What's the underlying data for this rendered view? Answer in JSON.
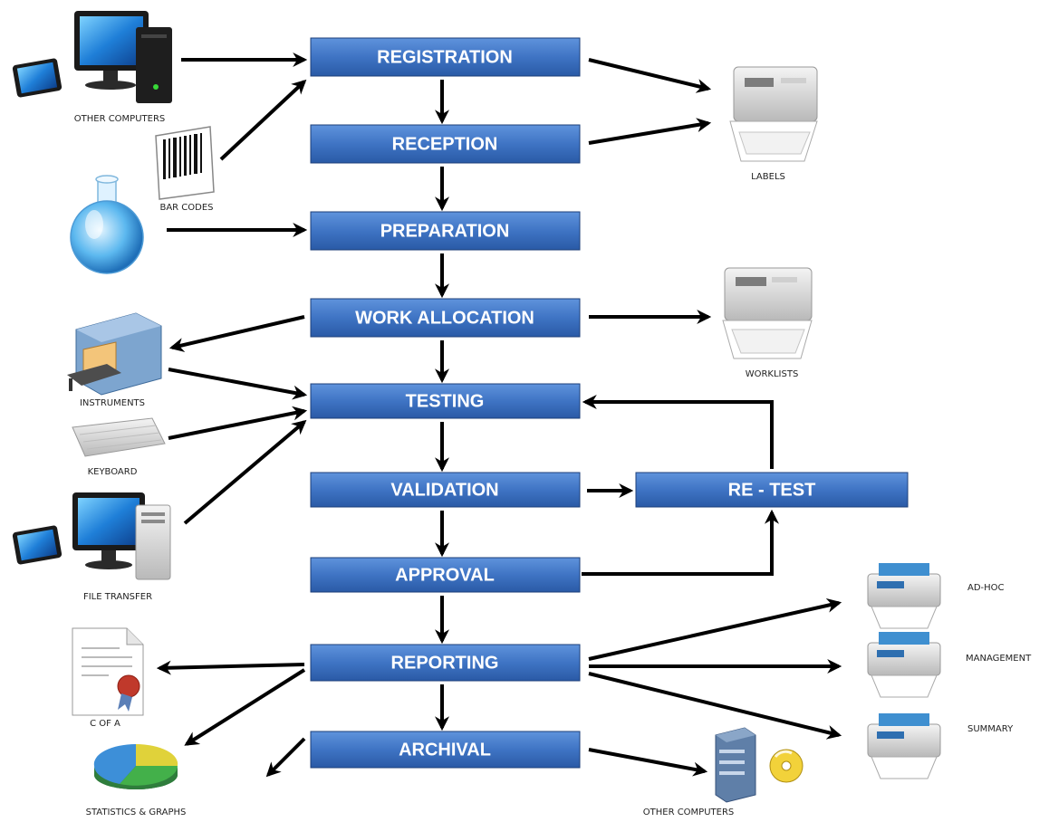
{
  "steps": {
    "registration": "REGISTRATION",
    "reception": "RECEPTION",
    "preparation": "PREPARATION",
    "work_allocation": "WORK ALLOCATION",
    "testing": "TESTING",
    "validation": "VALIDATION",
    "retest": "RE - TEST",
    "approval": "APPROVAL",
    "reporting": "REPORTING",
    "archival": "ARCHIVAL"
  },
  "captions": {
    "other_computers_top": "OTHER COMPUTERS",
    "bar_codes": "BAR CODES",
    "labels": "LABELS",
    "worklists": "WORKLISTS",
    "instruments": "INSTRUMENTS",
    "keyboard": "KEYBOARD",
    "file_transfer": "FILE TRANSFER",
    "ad_hoc": "AD-HOC",
    "management": "MANAGEMENT",
    "summary": "SUMMARY",
    "c_of_a": "C OF A",
    "statistics_graphs": "STATISTICS & GRAPHS",
    "other_computers_bottom": "OTHER COMPUTERS"
  },
  "colors": {
    "box_top": "#5b8fd9",
    "box_bottom": "#2b5ca8",
    "box_border": "#1c3f7a",
    "arrow": "#000000"
  },
  "icons": [
    "monitor-icon",
    "tablet-icon",
    "barcode-icon",
    "flask-icon",
    "printer-icon",
    "instrument-icon",
    "keyboard-icon",
    "certificate-icon",
    "pie-chart-icon",
    "server-icon",
    "disc-icon"
  ]
}
